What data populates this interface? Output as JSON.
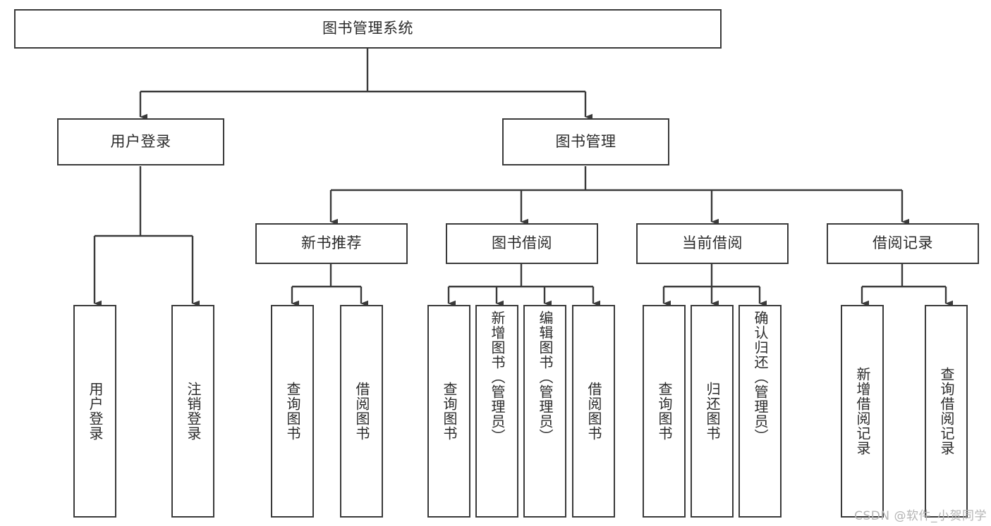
{
  "diagram": {
    "title": "图书管理系统",
    "type": "tree-hierarchy-chart",
    "orientation": "top-down",
    "colors": {
      "node_border": "#3a3a3a",
      "node_fill": "#ffffff",
      "text": "#2b2b2b",
      "edge": "#3a3a3a",
      "background": "#ffffff",
      "watermark": "#b4b4b4"
    }
  },
  "watermark": {
    "text": "CSDN @软件_小贺同学"
  },
  "nodes": {
    "root": {
      "label": "图书管理系统"
    },
    "level1": [
      {
        "id": "user-login",
        "label": "用户登录"
      },
      {
        "id": "book-manage",
        "label": "图书管理"
      }
    ],
    "level2": [
      {
        "id": "new-book-recommend",
        "label": "新书推荐"
      },
      {
        "id": "book-borrow",
        "label": "图书借阅"
      },
      {
        "id": "current-borrow",
        "label": "当前借阅"
      },
      {
        "id": "borrow-record",
        "label": "借阅记录"
      }
    ],
    "leaves": {
      "user_login": [
        {
          "id": "leaf-user-login",
          "label": "用户登录"
        },
        {
          "id": "leaf-logout-login",
          "label": "注销登录"
        }
      ],
      "new_book_recommend": [
        {
          "id": "leaf-query-book-1",
          "label": "查询图书"
        },
        {
          "id": "leaf-borrow-book-1",
          "label": "借阅图书"
        }
      ],
      "book_borrow": [
        {
          "id": "leaf-query-book-2",
          "label": "查询图书"
        },
        {
          "id": "leaf-add-book",
          "label": "新增图书（管理员）"
        },
        {
          "id": "leaf-edit-book",
          "label": "编辑图书（管理员）"
        },
        {
          "id": "leaf-borrow-book-2",
          "label": "借阅图书"
        }
      ],
      "current_borrow": [
        {
          "id": "leaf-query-book-3",
          "label": "查询图书"
        },
        {
          "id": "leaf-return-book",
          "label": "归还图书"
        },
        {
          "id": "leaf-confirm-return",
          "label": "确认归还（管理员）"
        }
      ],
      "borrow_record": [
        {
          "id": "leaf-add-record",
          "label": "新增借阅记录"
        },
        {
          "id": "leaf-query-record",
          "label": "查询借阅记录"
        }
      ]
    }
  }
}
